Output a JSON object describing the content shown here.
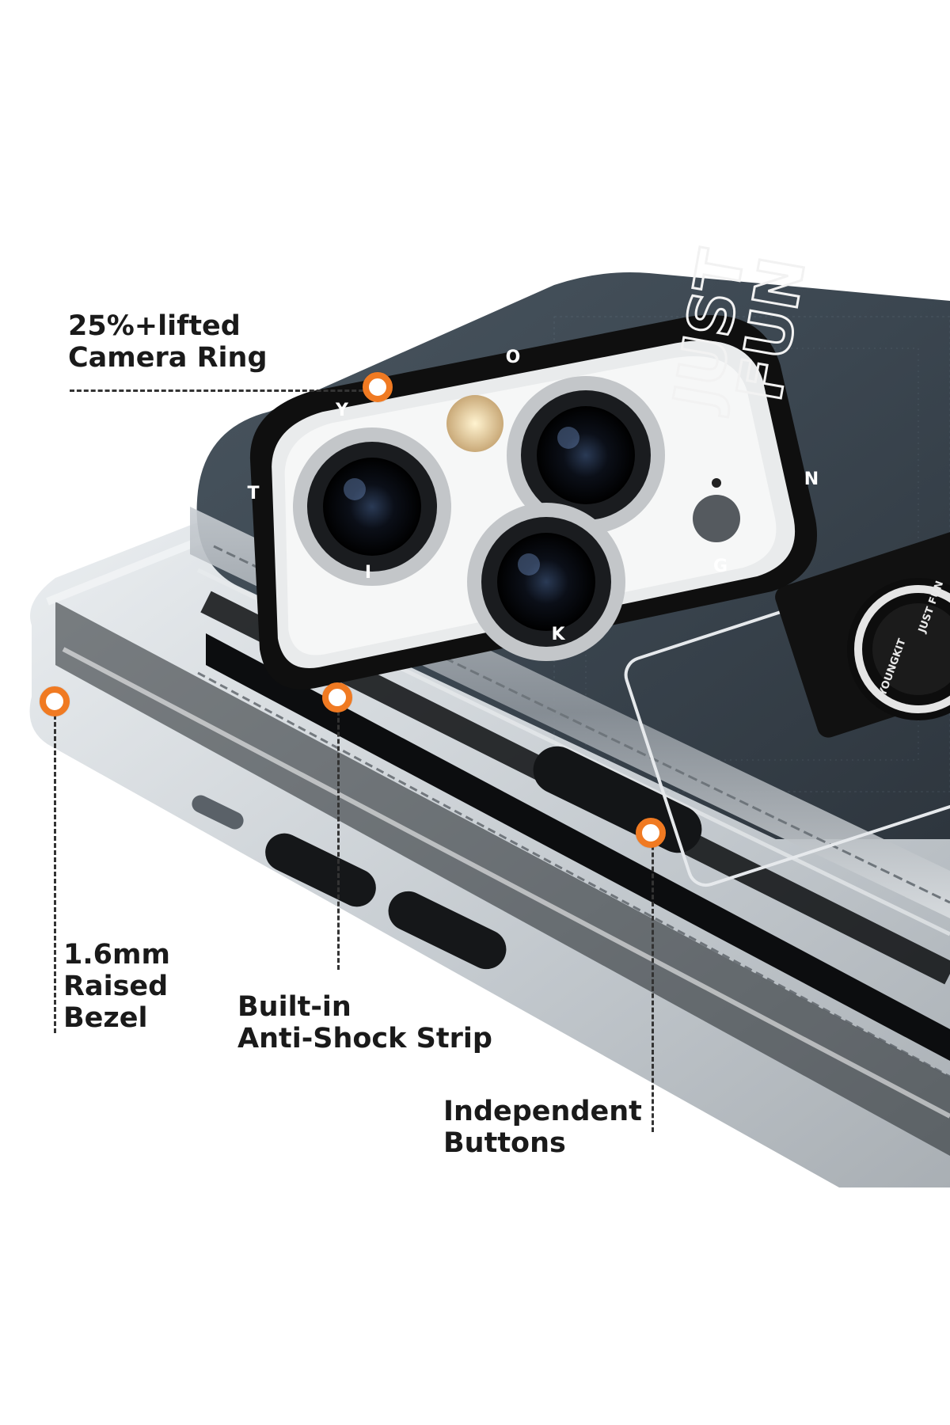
{
  "callouts": {
    "camera_ring": {
      "line1": "25%+lifted",
      "line2": "Camera Ring"
    },
    "bezel": {
      "line1": "1.6mm",
      "line2": "Raised",
      "line3": "Bezel"
    },
    "anti_shock": {
      "line1": "Built-in",
      "line2": "Anti-Shock Strip"
    },
    "buttons": {
      "line1": "Independent",
      "line2": "Buttons"
    }
  },
  "case_print": {
    "slogan_line1": "JUST",
    "slogan_line2": "FUN",
    "ring_letters": [
      "O",
      "Y",
      "T",
      "I",
      "K",
      "G",
      "N"
    ],
    "badge_text1": "YOUNGKIT",
    "badge_text2": "JUST FUN"
  },
  "colors": {
    "marker_orange": "#f07a22",
    "case_back": "#3b4650",
    "camera_ring": "#111111",
    "text": "#1a1a1a"
  }
}
